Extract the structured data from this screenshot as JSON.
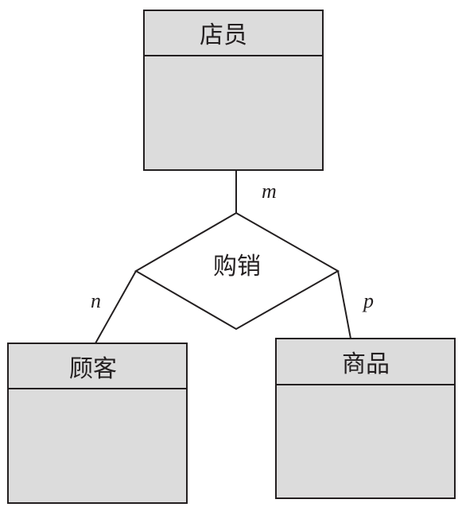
{
  "entities": {
    "clerk": {
      "name": "店员"
    },
    "customer": {
      "name": "顾客"
    },
    "product": {
      "name": "商品"
    }
  },
  "relationship": {
    "name": "购销"
  },
  "cardinalities": {
    "clerk": "m",
    "customer": "n",
    "product": "p"
  },
  "colors": {
    "entity_fill": "#dcdcdc",
    "stroke": "#231f20",
    "background": "#ffffff"
  }
}
